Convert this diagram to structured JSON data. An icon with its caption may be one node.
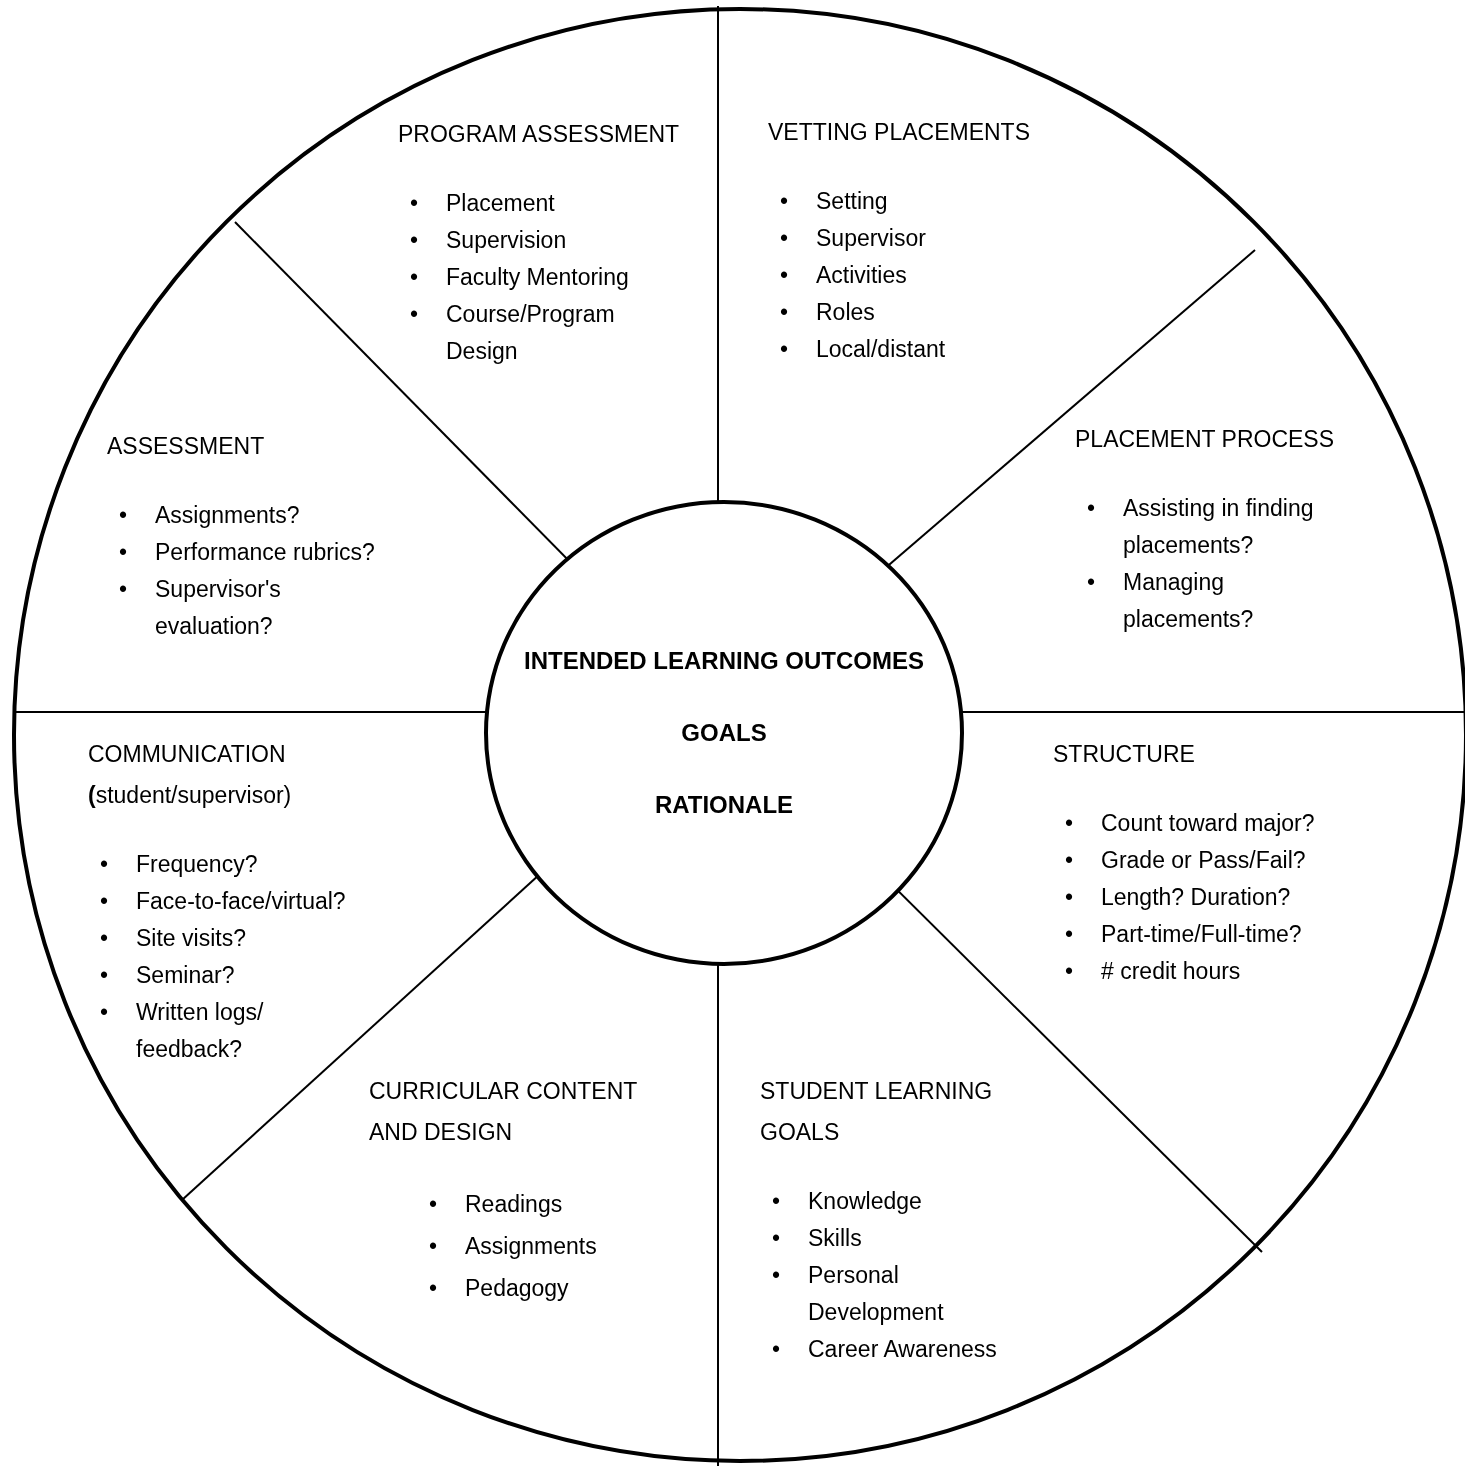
{
  "diagram": {
    "nodes": [
      {
        "text": [
          "INTENDED LEARNING OUTCOMES",
          "GOALS",
          "RATIONALE"
        ]
      },
      {
        "text": [
          "PROGRAM ASSESSMENT",
          "• Placement",
          "• Supervision",
          "• Faculty Mentoring",
          "• Course/Program Design"
        ]
      },
      {
        "text": [
          "VETTING PLACEMENTS",
          "• Setting",
          "• Supervisor",
          "• Activities",
          "• Roles",
          "• Local/distant"
        ]
      },
      {
        "text": [
          "PLACEMENT PROCESS",
          "• Assisting in finding placements?",
          "• Managing placements?"
        ]
      },
      {
        "text": [
          "STRUCTURE",
          "• Count toward major?",
          "• Grade or Pass/Fail?",
          "• Length? Duration?",
          "• Part-time/Full-time?",
          "• # credit hours"
        ]
      },
      {
        "text": [
          "STUDENT LEARNING GOALS",
          "• Knowledge",
          "• Skills",
          "• Personal Development",
          "• Career Awareness"
        ]
      },
      {
        "text": [
          "CURRICULAR CONTENT AND DESIGN",
          "• Readings",
          "• Assignments",
          "• Pedagogy"
        ]
      },
      {
        "text": [
          "COMMUNICATION **(**student/supervisor)",
          "• Frequency?",
          "• Face-to-face/virtual?",
          "• Site visits?",
          "• Seminar?",
          "• Written logs/ feedback?"
        ]
      },
      {
        "text": [
          "ASSESSMENT",
          "• Assignments?",
          "• Performance rubrics?",
          "• Supervisor's evaluation?"
        ]
      }
    ]
  }
}
